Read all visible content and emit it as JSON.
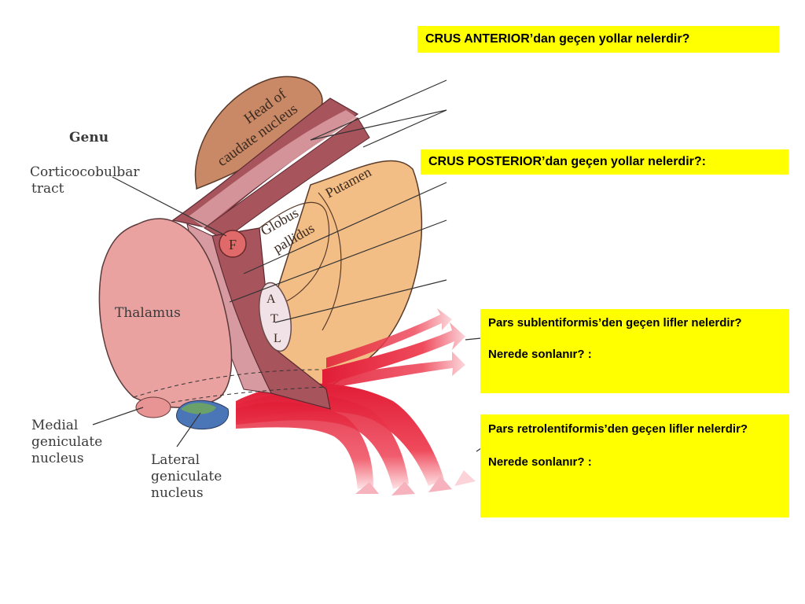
{
  "labels": {
    "genu": "Genu",
    "corticobulbar_line1": "Corticocobulbar",
    "corticobulbar_line2": "tract",
    "head_caudate_line1": "Head of",
    "head_caudate_line2": "caudate nucleus",
    "globus_line1": "Globus",
    "globus_line2": "pallidus",
    "putamen": "Putamen",
    "thalamus": "Thalamus",
    "f_marker": "F",
    "atl_a": "A",
    "atl_t": "T",
    "atl_l": "L",
    "medial_line1": "Medial",
    "medial_line2": "geniculate",
    "medial_line3": "nucleus",
    "lateral_line1": "Lateral",
    "lateral_line2": "geniculate",
    "lateral_line3": "nucleus"
  },
  "questions": {
    "crus_anterior": "CRUS ANTERIOR’dan geçen yollar nelerdir?",
    "crus_posterior": "CRUS POSTERIOR’dan geçen yollar nelerdir?:",
    "sublentiformis": "Pars sublentiformis’den geçen lifler nelerdir?",
    "sublentiformis_where": "Nerede sonlanır? :",
    "retrolentiformis": "Pars retrolentiformis’den geçen lifler nelerdir?",
    "retrolentiformis_where": "Nerede sonlanır? :"
  },
  "colors": {
    "highlight": "#ffff00",
    "caudate": "#c98866",
    "capsule_dark": "#a8545d",
    "capsule_light": "#d79aa0",
    "putamen": "#f2be86",
    "thalamus": "#eaa2a0",
    "radiation": "#e5243a"
  }
}
